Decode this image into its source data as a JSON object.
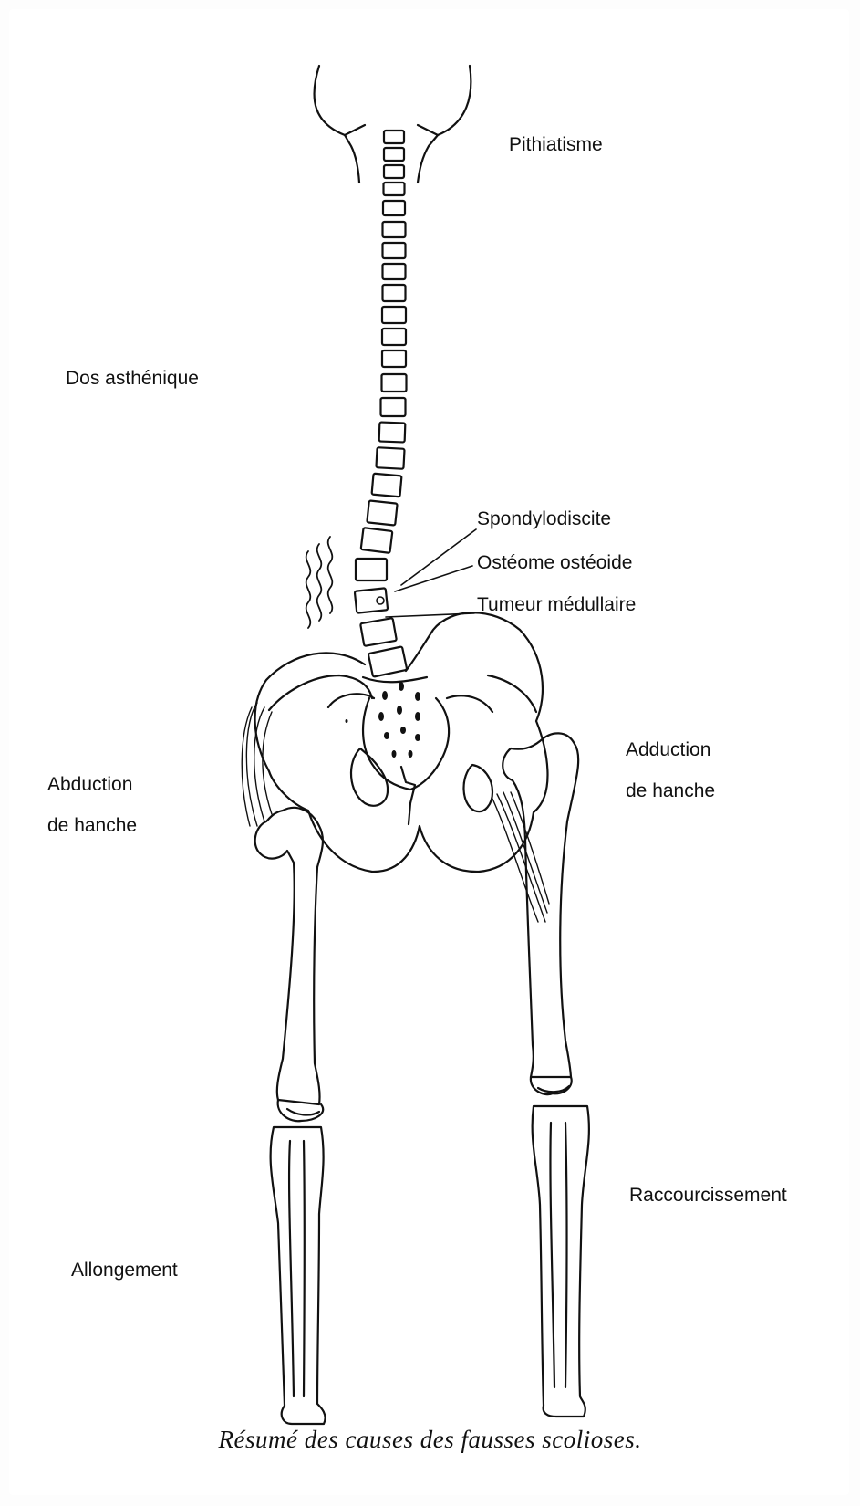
{
  "labels": {
    "pithiatisme": "Pithiatisme",
    "dos_asthenique": "Dos asthénique",
    "spondylodiscite": "Spondylodiscite",
    "osteome": "Ostéome ostéoide",
    "tumeur": "Tumeur médullaire",
    "abduction_l1": "Abduction",
    "abduction_l2": "de hanche",
    "adduction_l1": "Adduction",
    "adduction_l2": "de hanche",
    "raccourcissement": "Raccourcissement",
    "allongement": "Allongement"
  },
  "caption": "Résumé des causes des fausses scolioses."
}
